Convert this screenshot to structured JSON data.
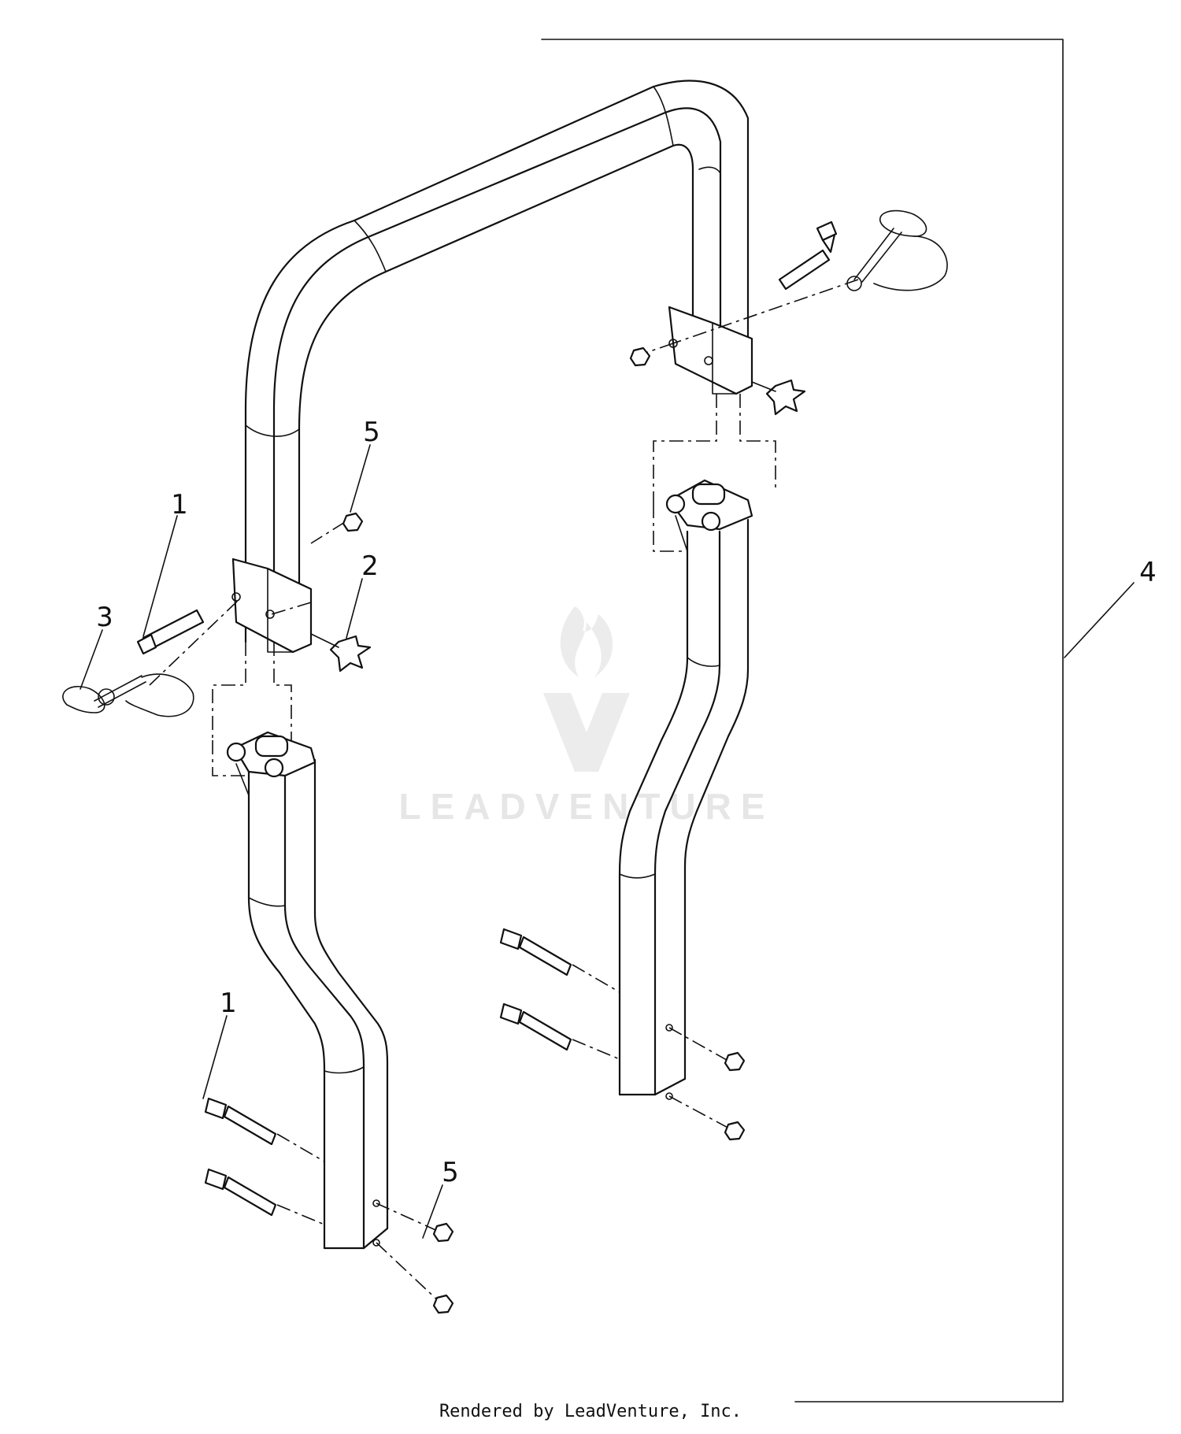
{
  "diagram": {
    "callouts": [
      "1",
      "2",
      "3",
      "4",
      "5",
      "1",
      "5"
    ],
    "watermark": "LEADVENTURE",
    "footer": "Rendered by LeadVenture, Inc."
  }
}
